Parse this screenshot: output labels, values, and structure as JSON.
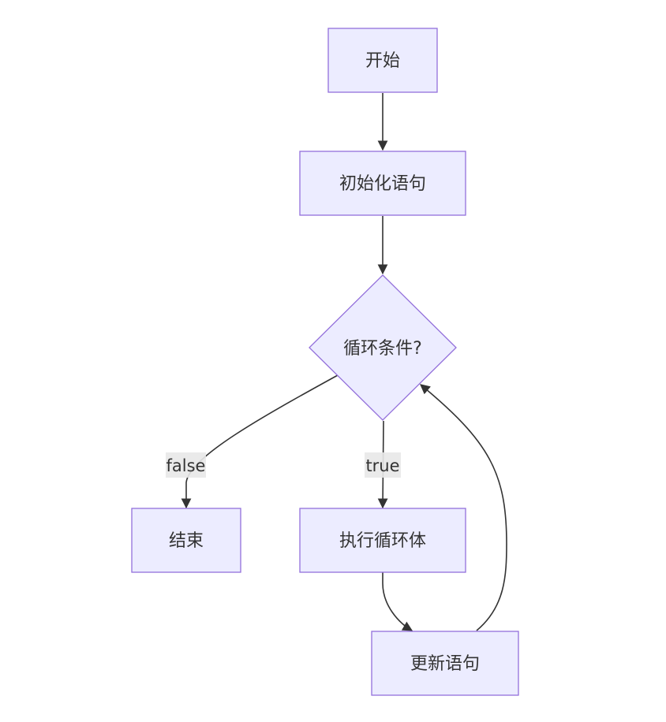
{
  "nodes": {
    "start": "开始",
    "init": "初始化语句",
    "condition": "循环条件?",
    "end": "结束",
    "body": "执行循环体",
    "update": "更新语句"
  },
  "edges": {
    "false_label": "false",
    "true_label": "true"
  },
  "colors": {
    "node_fill": "#ececff",
    "node_stroke": "#9370db",
    "edge": "#333333",
    "label_bg": "#e8e8e8"
  }
}
